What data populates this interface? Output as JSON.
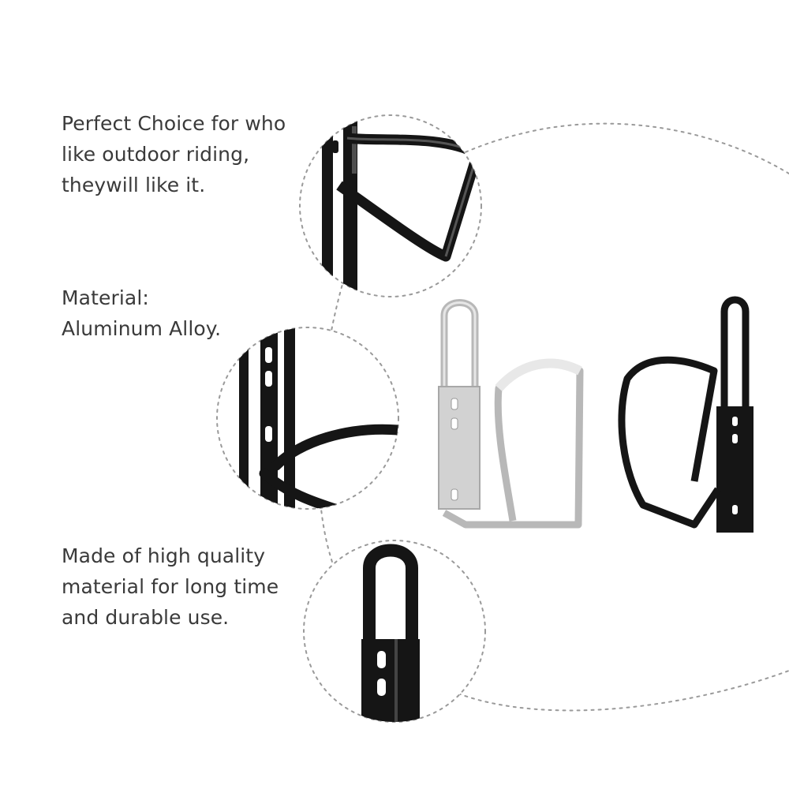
{
  "features": [
    {
      "text": "Perfect Choice for who\nlike outdoor riding,\ntheywill like it."
    },
    {
      "text": "Material:\nAluminum Alloy."
    },
    {
      "text": "Made of high quality\nmaterial for long time\nand durable use."
    }
  ],
  "colors": {
    "background": "#ffffff",
    "text": "#3a3a3a",
    "dashed_outline": "#9a9a9a",
    "black_cage": "#151515",
    "silver_cage": "#c9c9c9"
  }
}
